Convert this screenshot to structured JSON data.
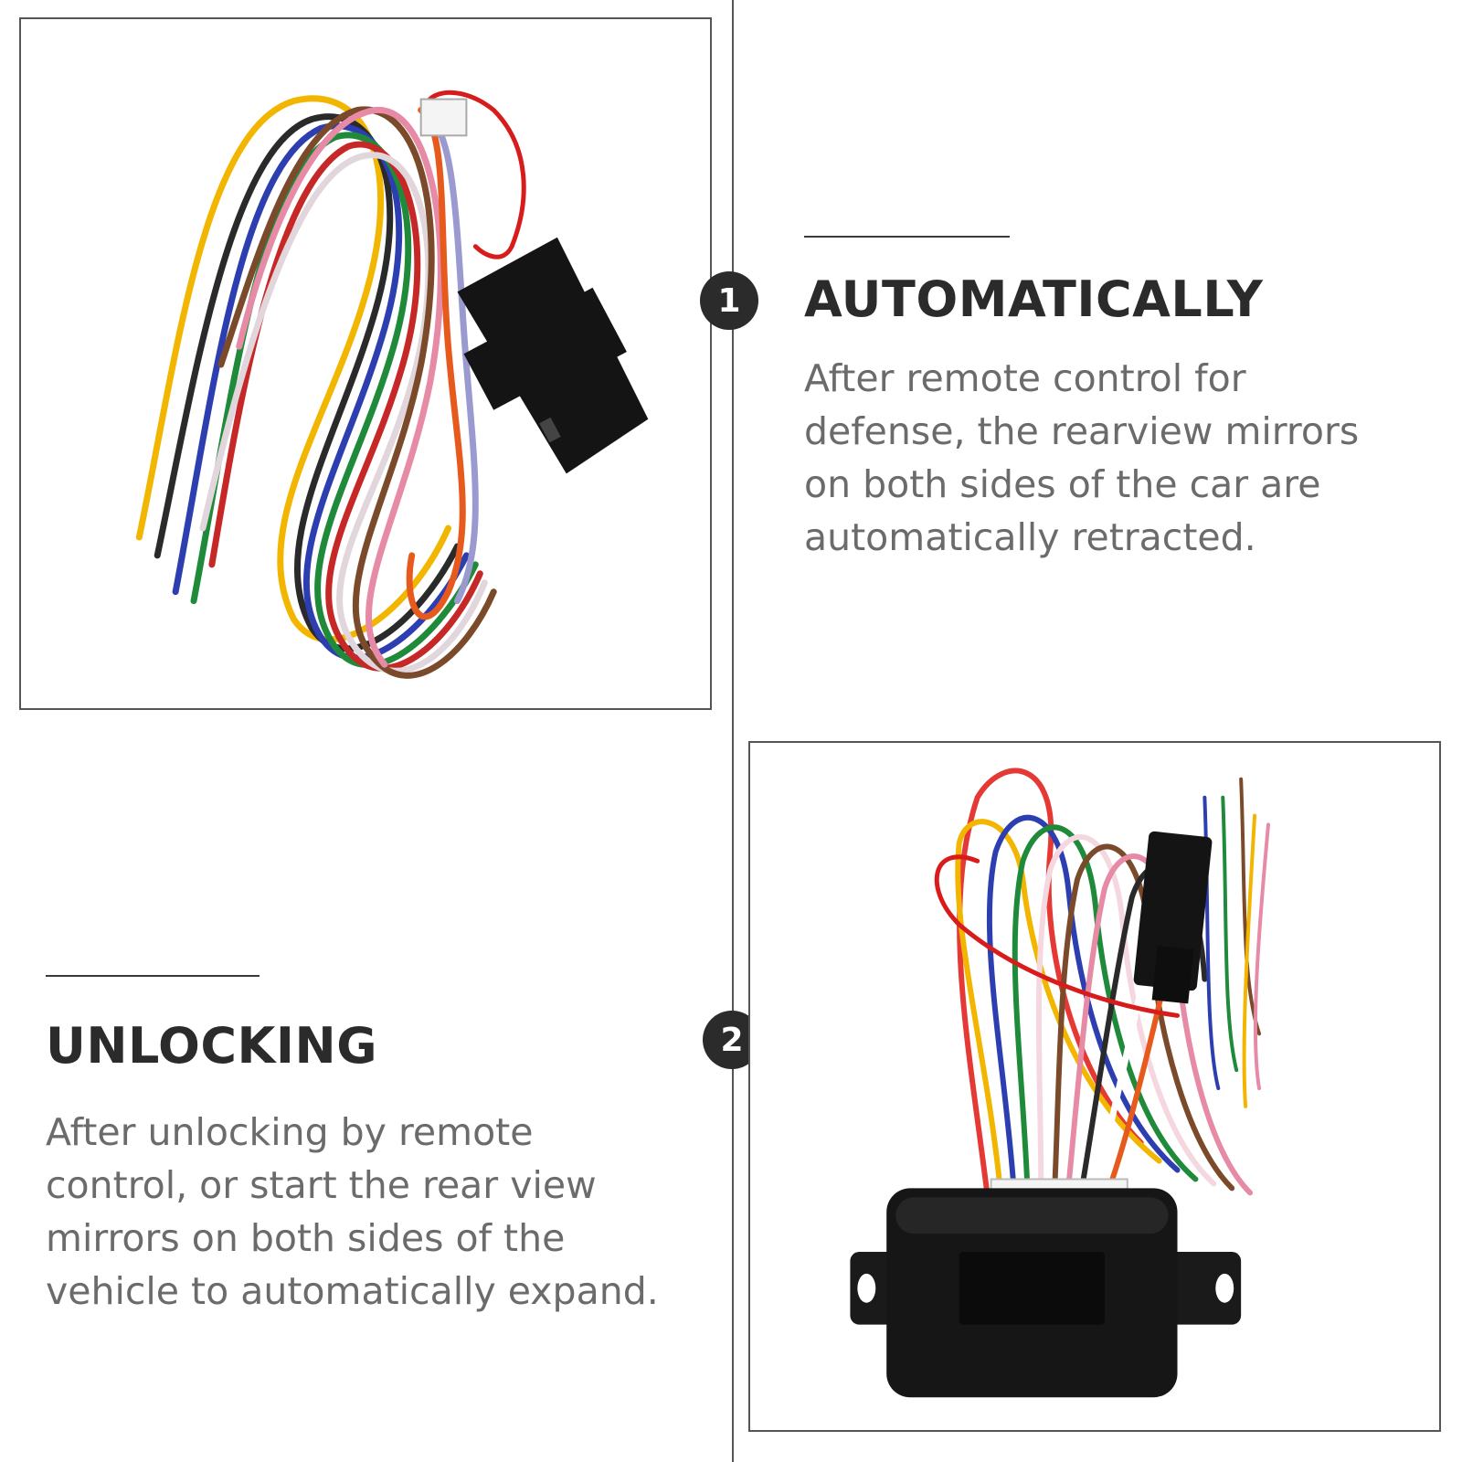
{
  "section1": {
    "number": "1",
    "heading": "AUTOMATICALLY",
    "description": "After remote control for defense, the rearview mirrors on both sides of the car are automatically retracted."
  },
  "section2": {
    "number": "2",
    "heading": "UNLOCKING",
    "description": "After unlocking by remote control, or start the rear view mirrors on both sides of the vehicle to automatically expand."
  },
  "colors": {
    "text_dark": "#2b2b2b",
    "text_gray": "#6b6b6b",
    "frame_border": "#555555"
  },
  "images": {
    "photo1": "wire-harness-with-relay-image",
    "photo2": "control-module-with-wires-image"
  }
}
